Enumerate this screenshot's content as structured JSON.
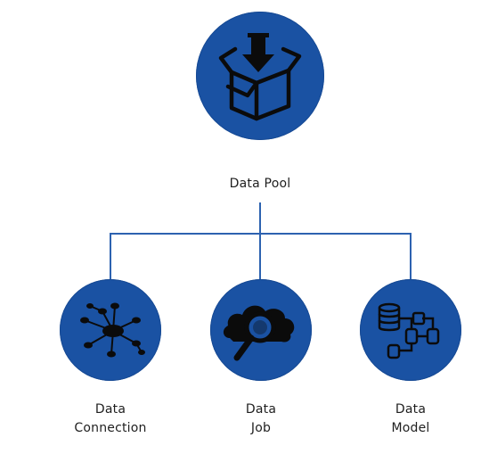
{
  "diagram": {
    "accent_color": "#1a52a3",
    "line_color": "#2d62b0",
    "root": {
      "label": "Data Pool",
      "icon": "box-download-icon"
    },
    "children": [
      {
        "label_line1": "Data",
        "label_line2": "Connection",
        "icon": "network-hub-icon"
      },
      {
        "label_line1": "Data",
        "label_line2": "Job",
        "icon": "cloud-search-icon"
      },
      {
        "label_line1": "Data",
        "label_line2": "Model",
        "icon": "database-flow-icon"
      }
    ]
  }
}
